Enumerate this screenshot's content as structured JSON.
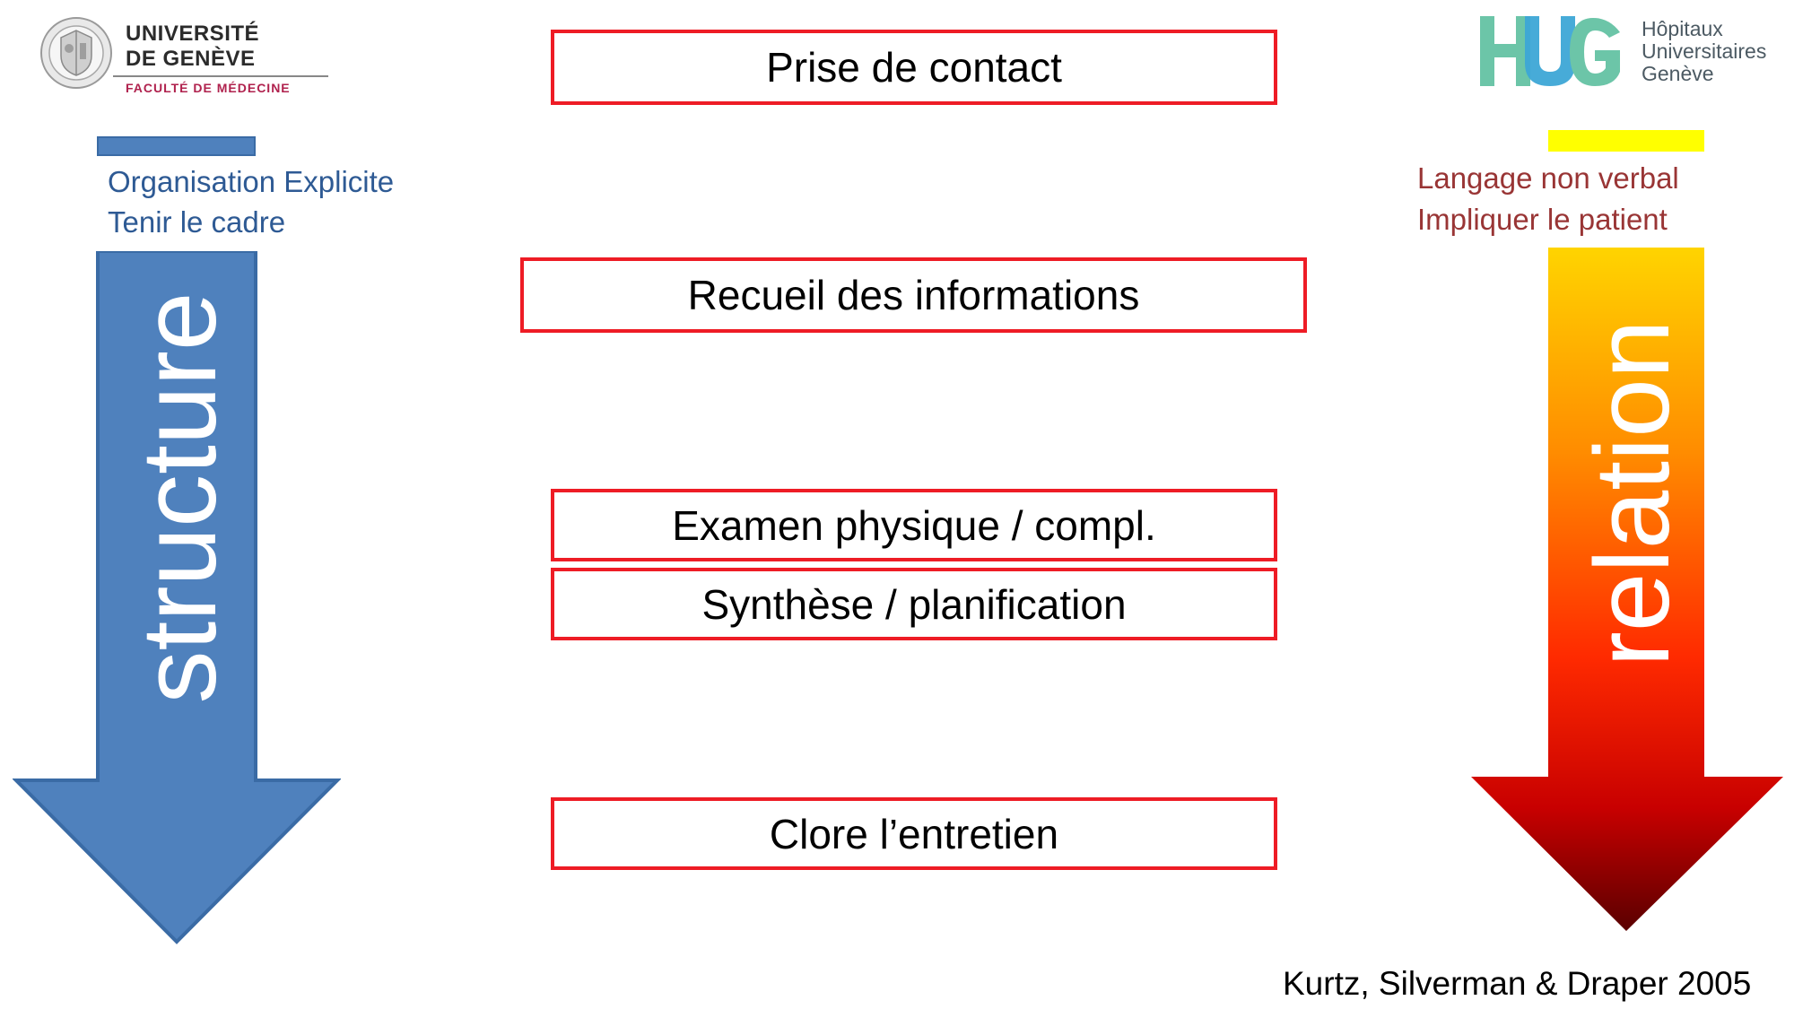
{
  "logos": {
    "unige": {
      "line1": "UNIVERSITÉ",
      "line2": "DE GENÈVE",
      "faculty": "FACULTÉ DE MÉDECINE"
    },
    "hug": {
      "mark": "HUG",
      "line1": "Hôpitaux",
      "line2": "Universitaires",
      "line3": "Genève"
    }
  },
  "steps": [
    "Prise de contact",
    "Recueil des informations",
    "Examen physique / compl.",
    "Synthèse / planification",
    "Clore l’entretien"
  ],
  "left": {
    "notes": [
      "Organisation Explicite",
      "Tenir le cadre"
    ],
    "arrow_label": "structure",
    "arrow_color": "#4f81bd",
    "bar_color": "#4f81bd"
  },
  "right": {
    "notes": [
      "Langage non verbal",
      "Impliquer le patient"
    ],
    "arrow_label": "relation",
    "bar_color": "#ffff00",
    "gradient": [
      "#ffd400",
      "#ff8c00",
      "#ff2a00",
      "#c80000",
      "#5a0000"
    ]
  },
  "citation": "Kurtz, Silverman & Draper 2005"
}
